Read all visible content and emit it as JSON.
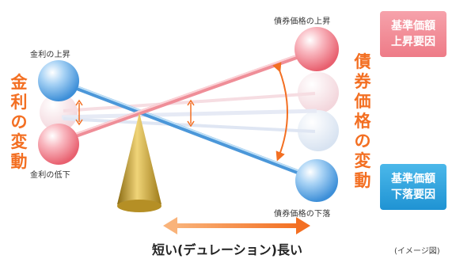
{
  "labels": {
    "rate_up": "金利の上昇",
    "rate_down": "金利の低下",
    "price_up": "債券価格の上昇",
    "price_down": "債券価格の下落",
    "rate_change": "金利の変動",
    "price_change": "債券価格の変動",
    "duration": "短い(デュレーション)長い",
    "image_note": "(イメージ図)"
  },
  "badges": {
    "up": {
      "line1": "基準価額",
      "line2": "上昇要因"
    },
    "down": {
      "line1": "基準価額",
      "line2": "下落要因"
    }
  },
  "colors": {
    "orange": "#f36f22",
    "red_badge": "#ee7b87",
    "blue_badge": "#1f93d3",
    "cone_gold": "#c9a43a"
  }
}
